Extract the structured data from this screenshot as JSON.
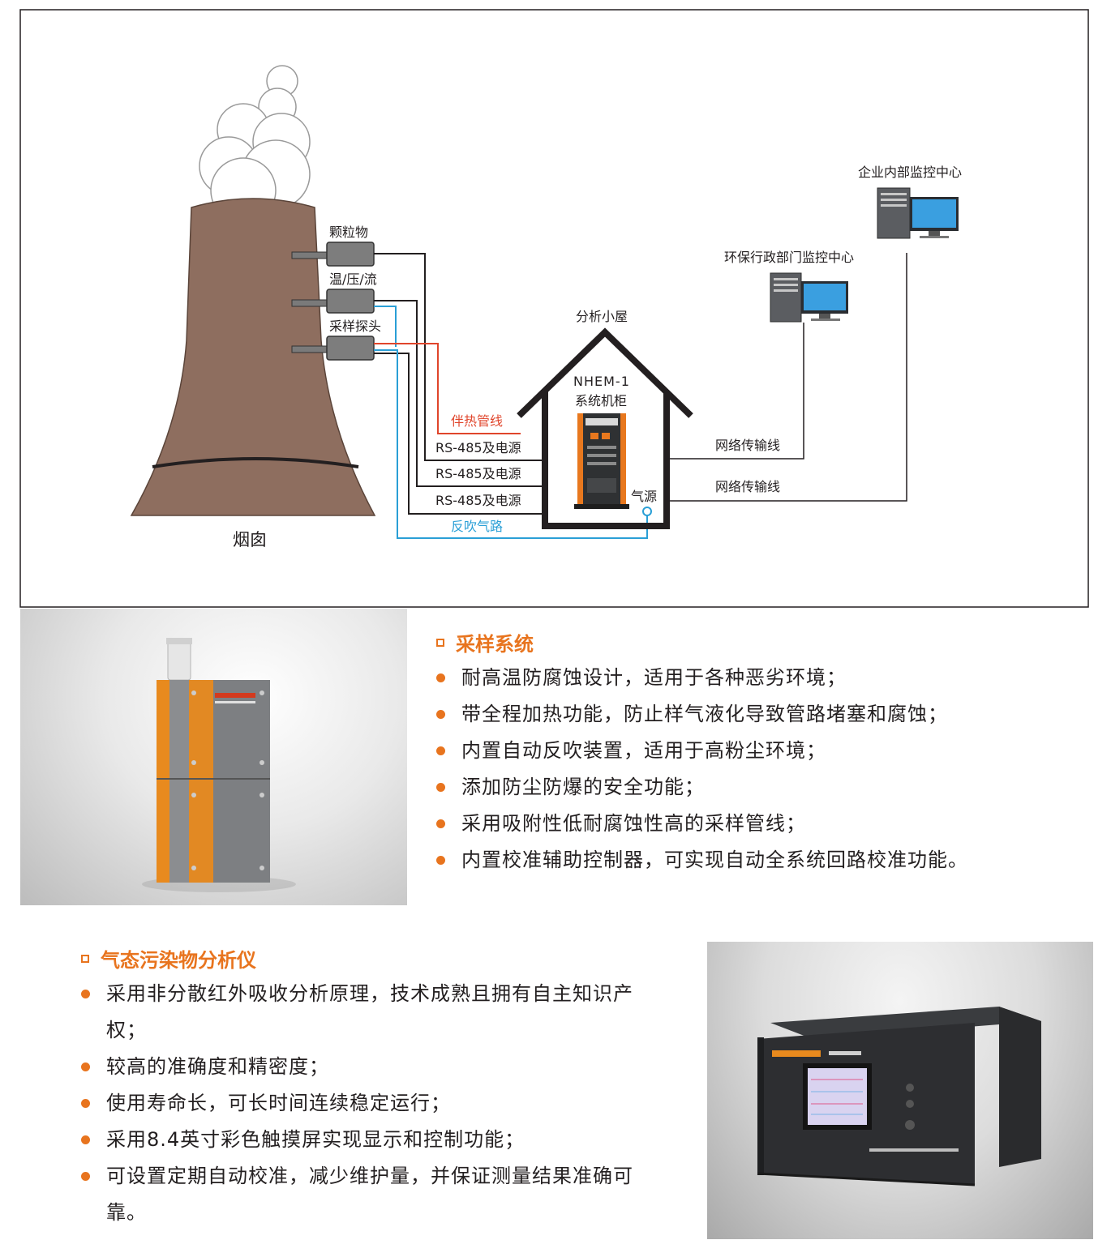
{
  "diagram": {
    "chimney_label": "烟囱",
    "sensors": {
      "particulate": "颗粒物",
      "temp_pressure_flow": "温/压/流",
      "sampling_probe": "采样探头"
    },
    "lines": {
      "heat_trace": "伴热管线",
      "rs485_1": "RS-485及电源",
      "rs485_2": "RS-485及电源",
      "rs485_3": "RS-485及电源",
      "backflush": "反吹气路",
      "network_1": "网络传输线",
      "network_2": "网络传输线"
    },
    "hut": {
      "title": "分析小屋",
      "cabinet_model": "NHEM-1",
      "cabinet_name": "系统机柜",
      "gas_source": "气源"
    },
    "monitor_env": "环保行政部门监控中心",
    "monitor_enterprise": "企业内部监控中心"
  },
  "sampling": {
    "title": "采样系统",
    "items": [
      "耐高温防腐蚀设计，适用于各种恶劣环境；",
      "带全程加热功能，防止样气液化导致管路堵塞和腐蚀；",
      "内置自动反吹装置，适用于高粉尘环境；",
      "添加防尘防爆的安全功能；",
      "采用吸附性低耐腐蚀性高的采样管线；",
      "内置校准辅助控制器，可实现自动全系统回路校准功能。"
    ]
  },
  "analyzer": {
    "title": "气态污染物分析仪",
    "items": [
      "采用非分散红外吸收分析原理，技术成熟且拥有自主知识产权；",
      "较高的准确度和精密度；",
      "使用寿命长，可长时间连续稳定运行；",
      "采用8.4英寸彩色触摸屏实现显示和控制功能；",
      "可设置定期自动校准，减少维护量，并保证测量结果准确可靠。"
    ]
  },
  "colors": {
    "accent": "#e8741e",
    "heat_line": "#e0452b",
    "gas_line": "#2a9fd6",
    "chimney": "#8e6e5f"
  }
}
